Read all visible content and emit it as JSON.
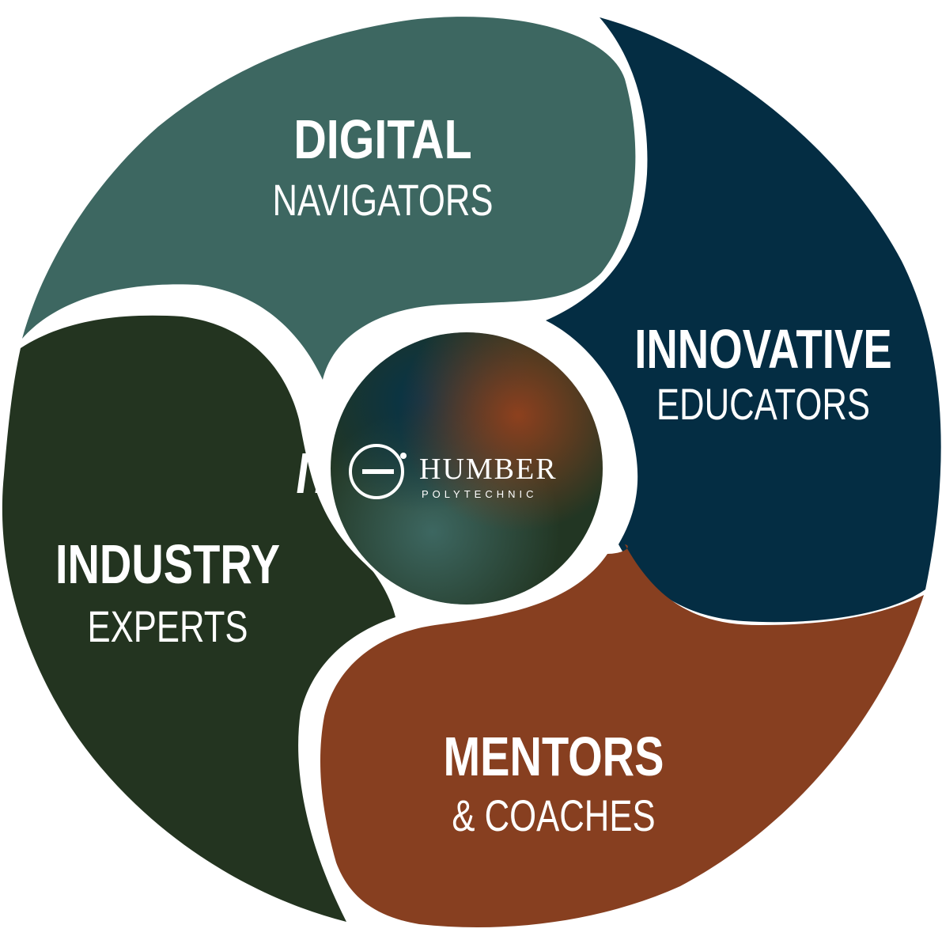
{
  "segments": [
    {
      "id": "digital",
      "title": "DIGITAL",
      "subtitle": "NAVIGATORS",
      "color": "#3d6761"
    },
    {
      "id": "innovative",
      "title": "INNOVATIVE",
      "subtitle": "EDUCATORS",
      "color": "#042d43"
    },
    {
      "id": "mentors",
      "title": "MENTORS",
      "subtitle": "& COACHES",
      "color": "#873f20"
    },
    {
      "id": "industry",
      "title": "INDUSTRY",
      "subtitle": "EXPERTS",
      "color": "#233420"
    }
  ],
  "center_logo": {
    "name": "HUMBER",
    "tagline": "POLYTECHNIC"
  },
  "colors": {
    "background": "#ffffff",
    "text": "#ffffff"
  }
}
